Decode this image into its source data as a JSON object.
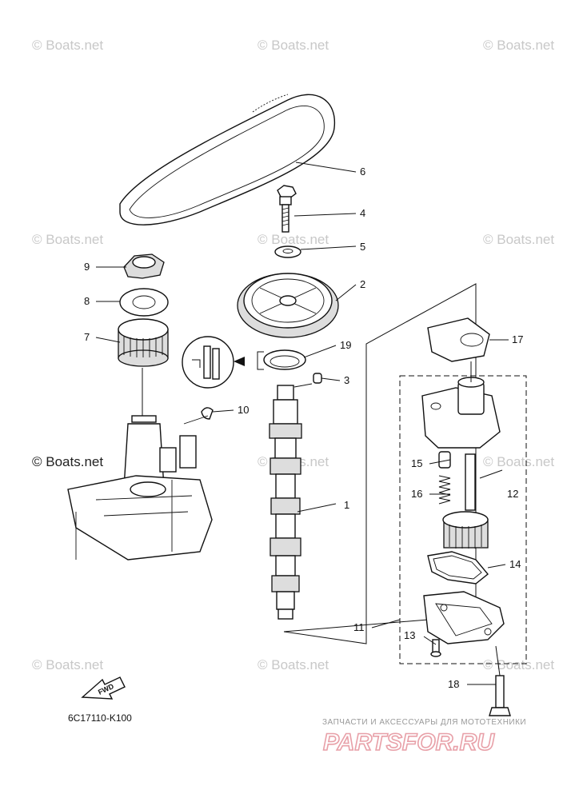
{
  "diagram": {
    "part_code": "6C17110-K100",
    "fwd_label": "FWD",
    "watermark": "© Boats.net",
    "footer": {
      "tagline": "ЗАПЧАСТИ И АКСЕССУАРЫ ДЛЯ МОТОТЕХНИКИ",
      "logo": "PARTSFOR.RU"
    },
    "callouts": [
      "1",
      "2",
      "3",
      "4",
      "5",
      "6",
      "7",
      "8",
      "9",
      "10",
      "11",
      "12",
      "13",
      "14",
      "15",
      "16",
      "17",
      "18",
      "19"
    ]
  }
}
